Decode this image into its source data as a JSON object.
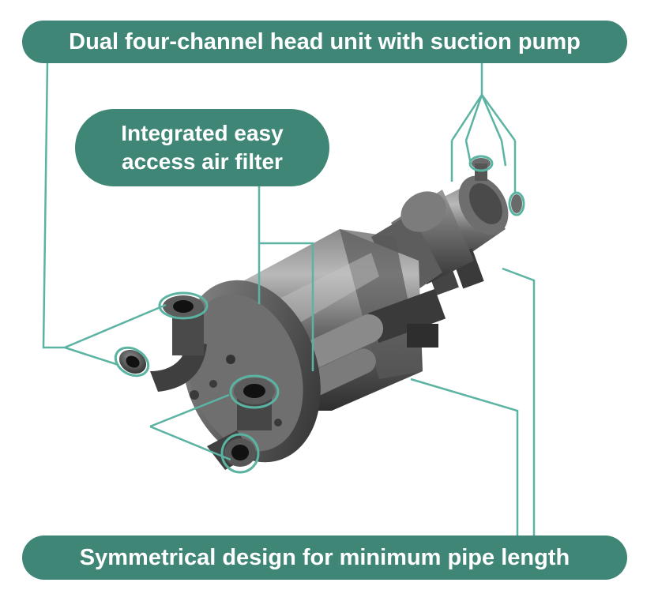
{
  "callouts": {
    "head_unit": "Dual four-channel head unit with suction pump",
    "air_filter_line1": "Integrated easy",
    "air_filter_line2": "access air filter",
    "symmetrical": "Symmetrical design for minimum pipe length"
  },
  "colors": {
    "callout_bg": "#3f8677",
    "callout_text": "#ffffff",
    "leader_line": "#5bb3a2",
    "metal": "#5a5a5a"
  }
}
